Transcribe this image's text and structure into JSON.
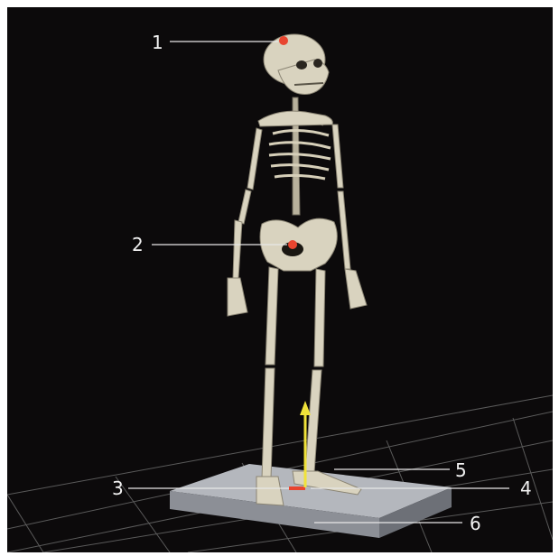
{
  "figure": {
    "background_color": "#0c0a0b",
    "marker_color": "#e8452f",
    "vector_color": "#f0e23a"
  },
  "callouts": [
    {
      "id": "1",
      "label": "1"
    },
    {
      "id": "2",
      "label": "2"
    },
    {
      "id": "3",
      "label": "3"
    },
    {
      "id": "4",
      "label": "4"
    },
    {
      "id": "5",
      "label": "5"
    },
    {
      "id": "6",
      "label": "6"
    }
  ]
}
